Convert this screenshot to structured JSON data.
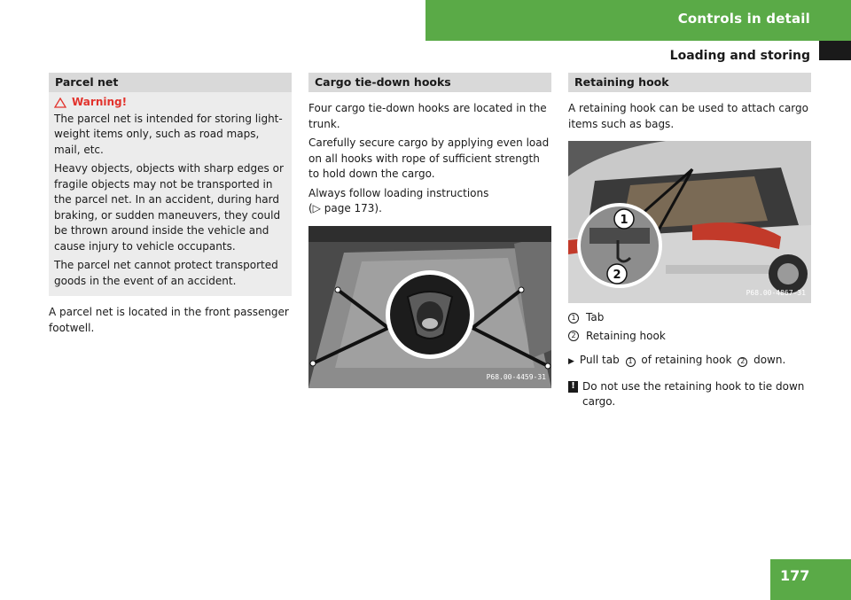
{
  "header": {
    "section_title": "Controls in detail",
    "subsection_title": "Loading and storing"
  },
  "col1": {
    "heading": "Parcel net",
    "warning_title": "Warning!",
    "warning_p1": "The parcel net is intended for storing light-weight items only, such as road maps, mail, etc.",
    "warning_p2": "Heavy objects, objects with sharp edges or fragile objects may not be transported in the parcel net. In an accident, during hard braking, or sudden maneuvers, they could be thrown around inside the vehicle and cause injury to vehicle occupants.",
    "warning_p3": "The parcel net cannot protect transported goods in the event of an accident.",
    "body": "A parcel net is located in the front passenger footwell."
  },
  "col2": {
    "heading": "Cargo tie-down hooks",
    "p1": "Four cargo tie-down hooks are located in the trunk.",
    "p2": "Carefully secure cargo by applying even load on all hooks with rope of sufficient strength to hold down the cargo.",
    "p3": "Always follow loading instructions",
    "p3_ref": "(▷ page 173).",
    "figure_code": "P68.00-4459-31"
  },
  "col3": {
    "heading": "Retaining hook",
    "p1": "A retaining hook can be used to attach cargo items such as bags.",
    "figure_code": "P68.00-4867-31",
    "legend": [
      {
        "num": "1",
        "label": "Tab"
      },
      {
        "num": "2",
        "label": "Retaining hook"
      }
    ],
    "step_marker": "▶",
    "step_pre": "Pull tab",
    "step_num1": "1",
    "step_mid": "of retaining hook",
    "step_num2": "2",
    "step_post": "down.",
    "note_marker": "!",
    "note": "Do not use the retaining hook to tie down cargo."
  },
  "page_number": "177"
}
